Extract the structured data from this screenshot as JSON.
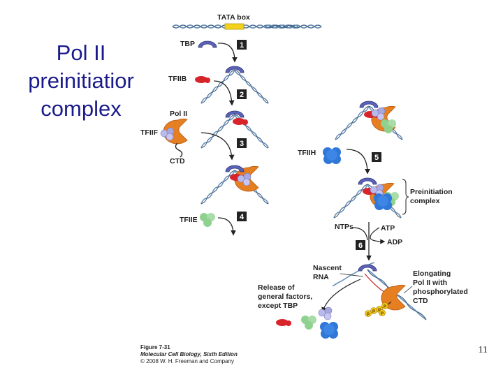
{
  "slide": {
    "title": "Pol II\npreinitiatior\ncomplex",
    "page_number": "11"
  },
  "figure": {
    "labels": {
      "tata_box": "TATA box",
      "tbp": "TBP",
      "tfiib": "TFIIB",
      "pol_ii": "Pol II",
      "tfiif": "TFIIF",
      "ctd": "CTD",
      "tfiie": "TFIIE",
      "tfiih": "TFIIH",
      "preinit_line1": "Preinitiation",
      "preinit_line2": "complex",
      "ntps": "NTPs",
      "atp": "ATP",
      "adp": "ADP",
      "nascent_line1": "Nascent",
      "nascent_line2": "RNA",
      "release_line1": "Release of",
      "release_line2": "general factors,",
      "release_line3": "except TBP",
      "elong_line1": "Elongating",
      "elong_line2": "Pol II with",
      "elong_line3": "phosphorylated",
      "elong_line4": "CTD",
      "phospho": "P"
    },
    "steps": [
      "1",
      "2",
      "3",
      "4",
      "5",
      "6"
    ],
    "caption": {
      "figure_no": "Figure 7-31",
      "book": "Molecular Cell Biology, Sixth Edition",
      "copyright": "© 2008 W. H. Freeman and Company"
    }
  },
  "colors": {
    "title": "#1a1a8c",
    "tbp": "#5a63b8",
    "tfiib": "#d8232a",
    "pol_ii": "#e67e22",
    "tfiif": "#a8a8e0",
    "tfiie": "#8fd18f",
    "tfiih": "#2f78d8",
    "step_box": "#222222",
    "dna": "#6a8fb5",
    "tata": "#f2d21a",
    "phosphate": "#f0c419"
  }
}
